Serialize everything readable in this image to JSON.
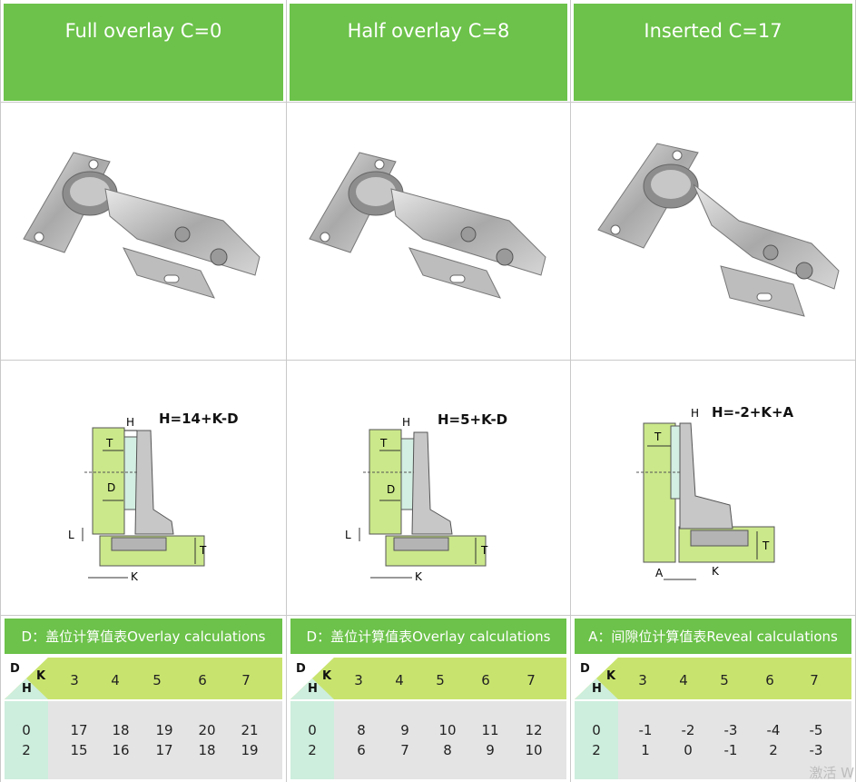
{
  "columns": [
    {
      "title": "Full overlay C=0",
      "formula": "H=14+K-D",
      "diagram_labels": {
        "h": "H",
        "t": "T",
        "d": "D",
        "l": "L",
        "t2": "T",
        "k": "K"
      },
      "table": {
        "caption": "D：盖位计算值表Overlay calculations",
        "corner": {
          "top": "D",
          "right": "K",
          "bottom": "H"
        },
        "k_values": [
          "3",
          "4",
          "5",
          "6",
          "7"
        ],
        "rows": [
          {
            "h": "0",
            "values": [
              "17",
              "18",
              "19",
              "20",
              "21"
            ]
          },
          {
            "h": "2",
            "values": [
              "15",
              "16",
              "17",
              "18",
              "19"
            ]
          }
        ]
      }
    },
    {
      "title": "Half overlay C=8",
      "formula": "H=5+K-D",
      "diagram_labels": {
        "h": "H",
        "t": "T",
        "d": "D",
        "l": "L",
        "t2": "T",
        "k": "K"
      },
      "table": {
        "caption": "D：盖位计算值表Overlay calculations",
        "corner": {
          "top": "D",
          "right": "K",
          "bottom": "H"
        },
        "k_values": [
          "3",
          "4",
          "5",
          "6",
          "7"
        ],
        "rows": [
          {
            "h": "0",
            "values": [
              "8",
              "9",
              "10",
              "11",
              "12"
            ]
          },
          {
            "h": "2",
            "values": [
              "6",
              "7",
              "8",
              "9",
              "10"
            ]
          }
        ]
      }
    },
    {
      "title": "Inserted C=17",
      "formula": "H=-2+K+A",
      "diagram_labels": {
        "h": "H",
        "t": "T",
        "a": "A",
        "t2": "T",
        "k": "K"
      },
      "table": {
        "caption": "A：间隙位计算值表Reveal calculations",
        "corner": {
          "top": "D",
          "right": "K",
          "bottom": "H"
        },
        "k_values": [
          "3",
          "4",
          "5",
          "6",
          "7"
        ],
        "rows": [
          {
            "h": "0",
            "values": [
              "-1",
              "-2",
              "-3",
              "-4",
              "-5"
            ]
          },
          {
            "h": "2",
            "values": [
              "1",
              "0",
              "-1",
              "2",
              "-3"
            ]
          }
        ]
      }
    }
  ],
  "colors": {
    "header_green": "#6cc24a",
    "table_head": "#c9e46e",
    "row_head": "#cdeedd",
    "body_gray": "#e4e4e4",
    "panel_green": "#cbe88a"
  },
  "watermark": "激活 W"
}
